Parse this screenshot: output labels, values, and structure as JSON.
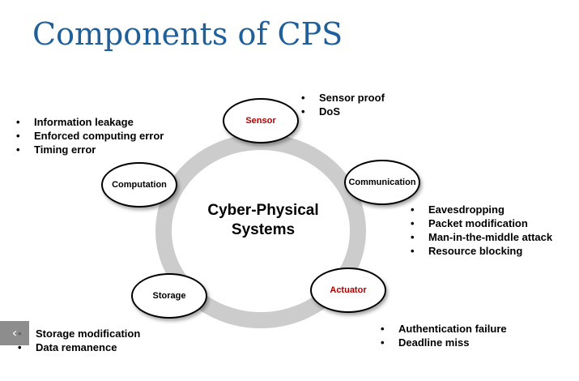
{
  "title": "Components of CPS",
  "center_label": "Cyber-Physical Systems",
  "nodes": {
    "sensor": "Sensor",
    "communication": "Communication",
    "actuator": "Actuator",
    "storage": "Storage",
    "computation": "Computation"
  },
  "threats": {
    "sensor": [
      "Sensor proof",
      "DoS"
    ],
    "computation": [
      "Information leakage",
      "Enforced computing error",
      "Timing error"
    ],
    "communication": [
      "Eavesdropping",
      "Packet modification",
      "Man-in-the-middle attack",
      "Resource blocking"
    ],
    "actuator": [
      "Authentication failure",
      "Deadline miss"
    ],
    "storage": [
      "Storage modification",
      "Data remanence"
    ]
  },
  "colors": {
    "title": "#1f5f9b",
    "ring": "#cccccc",
    "highlight_label": "#b00000"
  },
  "nav": {
    "back_icon": "chevron-left-icon",
    "back_glyph": "‹"
  }
}
